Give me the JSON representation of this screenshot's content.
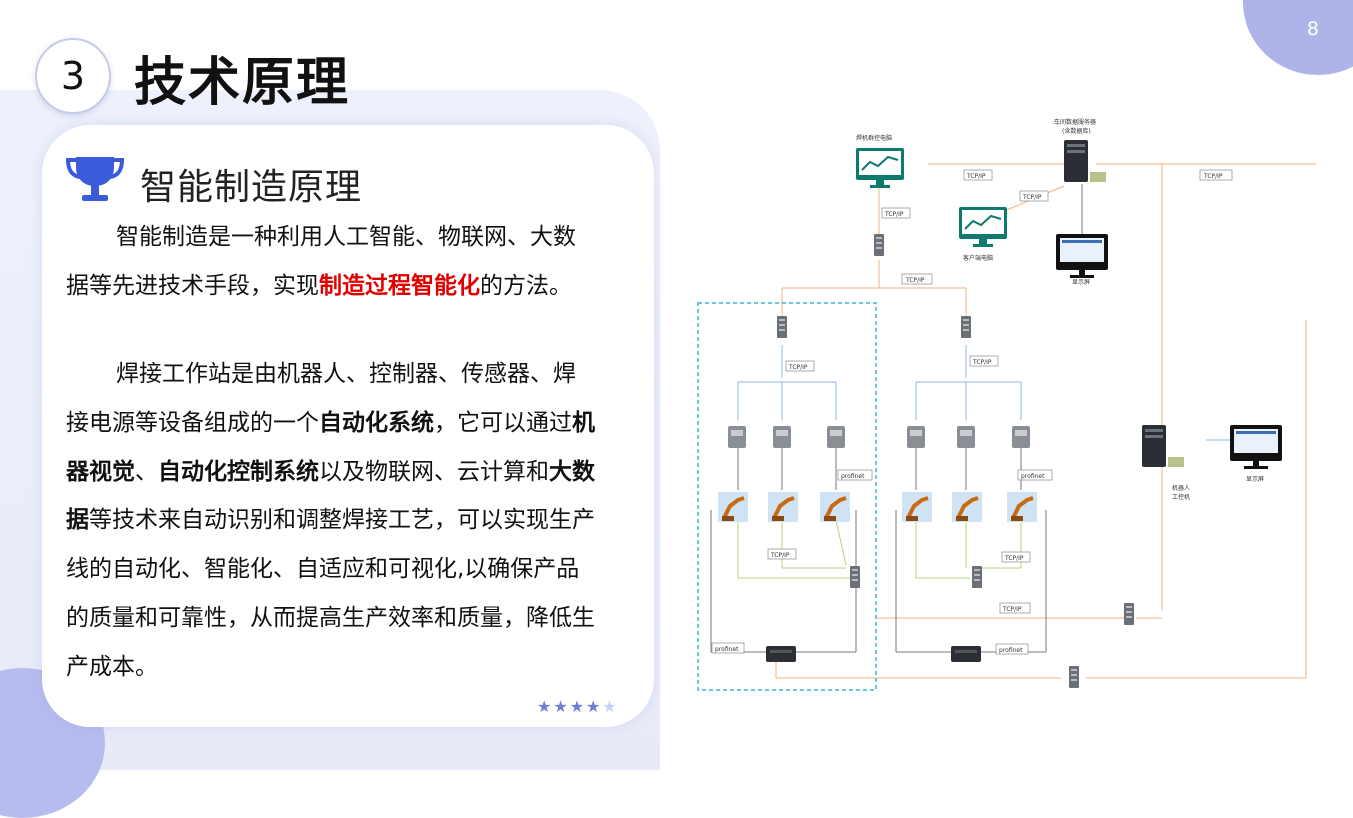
{
  "page": {
    "number": "8"
  },
  "section": {
    "index": "3",
    "title": "技术原理"
  },
  "card": {
    "title": "智能制造原理",
    "para1": {
      "a": "智能制造是一种利用人工智能、物联网、大数据等先进技术手段，实现",
      "b_red": "制造过程智能化",
      "c": "的方法。"
    },
    "para2": {
      "a": "焊接工作站是由机器人、控制器、传感器、焊接电源等设备组成的一个",
      "b_bold": "自动化系统",
      "c": "，它可以通过",
      "d_bold": "机器视觉",
      "e": "、",
      "f_bold": "自动化控制系统",
      "g": "以及物联网、云计算和",
      "h_bold": "大数据",
      "i": "等技术来自动识别和调整焊接工艺，可以实现生产线的自动化、智能化、自适应和可视化,以确保产品的质量和可靠性，从而提高生产效率和质量，降低生产成本。"
    },
    "rating": {
      "filled": 4,
      "total": 5
    }
  },
  "diagram": {
    "labels": {
      "group_pc": "焊机群控电脑",
      "server": "车间数据服务器",
      "server_sub": "(含数据库)",
      "client_pc": "客户端电脑",
      "display1": "显示屏",
      "display2": "显示屏",
      "robot_pc": "机器人",
      "robot_pc2": "工控机",
      "tcp": "TCP/IP",
      "profinet": "profinet"
    }
  }
}
